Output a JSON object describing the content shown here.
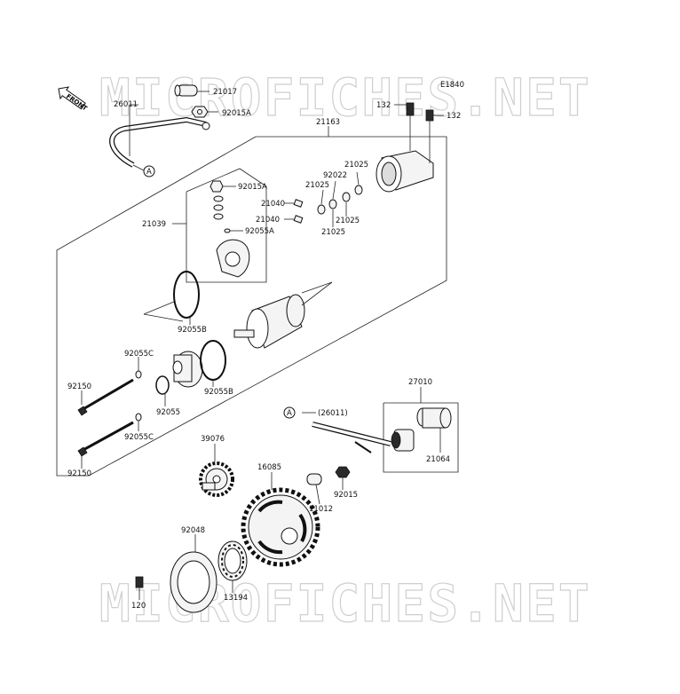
{
  "watermark": "MICROFICHES.NET",
  "diagram_code": "E1840",
  "front_label": "FRONT",
  "callouts": {
    "c21017": "21017",
    "c26011": "26011",
    "c92015A_top": "92015A",
    "c21163": "21163",
    "c132_left": "132",
    "c132_right": "132",
    "c21025_a": "21025",
    "c92022": "92022",
    "c21025_b": "21025",
    "c21025_c": "21025",
    "c21025_d": "21025",
    "c92015A_mid": "92015A",
    "c21040_a": "21040",
    "c21040_b": "21040",
    "c21039": "21039",
    "c92055A": "92055A",
    "c92055B_top": "92055B",
    "c92055C_top": "92055C",
    "c92055B_bot": "92055B",
    "c92150_top": "92150",
    "c92055": "92055",
    "c92055C_bot": "92055C",
    "c92150_bot": "92150",
    "c27010": "27010",
    "c26011_paren": "(26011)",
    "c21064": "21064",
    "c39076": "39076",
    "c16085": "16085",
    "c92015": "92015",
    "c11012": "11012",
    "c92048": "92048",
    "c120": "120",
    "c13194": "13194"
  },
  "refs": {
    "a_top": "A",
    "a_bottom": "A"
  }
}
